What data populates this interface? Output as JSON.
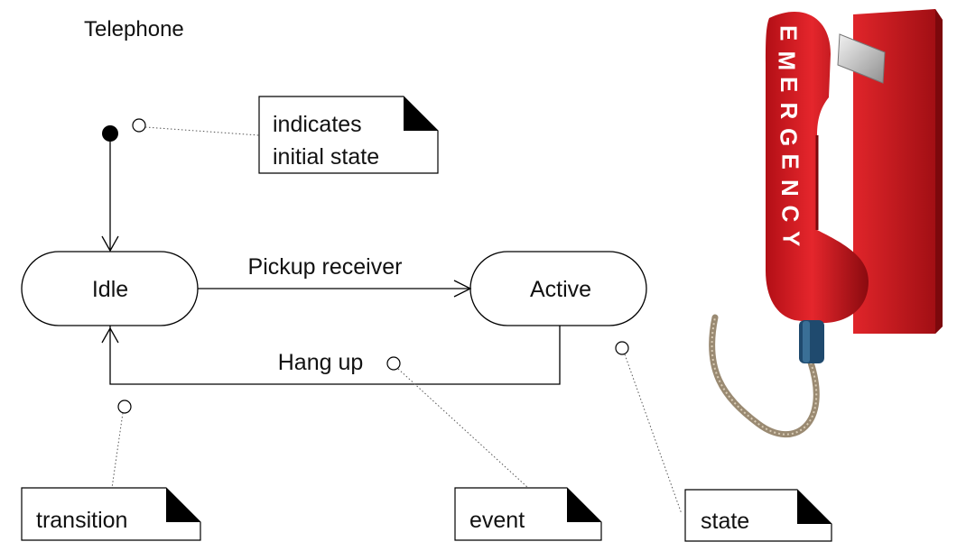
{
  "diagram": {
    "title": "Telephone",
    "states": [
      {
        "id": "idle",
        "label": "Idle"
      },
      {
        "id": "active",
        "label": "Active"
      }
    ],
    "transitions": [
      {
        "from": "idle",
        "to": "active",
        "event": "Pickup receiver"
      },
      {
        "from": "active",
        "to": "idle",
        "event": "Hang up"
      }
    ],
    "notes": {
      "initial": {
        "line1": "indicates",
        "line2": "initial state"
      },
      "transition": "transition",
      "event": "event",
      "state": "state"
    }
  },
  "phone": {
    "handset_text": "EMERGENCY",
    "colors": {
      "body": "#c8141c",
      "body_dark": "#8e0b10",
      "lettering": "#ffffff",
      "cord": "#9a8a72",
      "grommet": "#1f4a6e"
    }
  }
}
